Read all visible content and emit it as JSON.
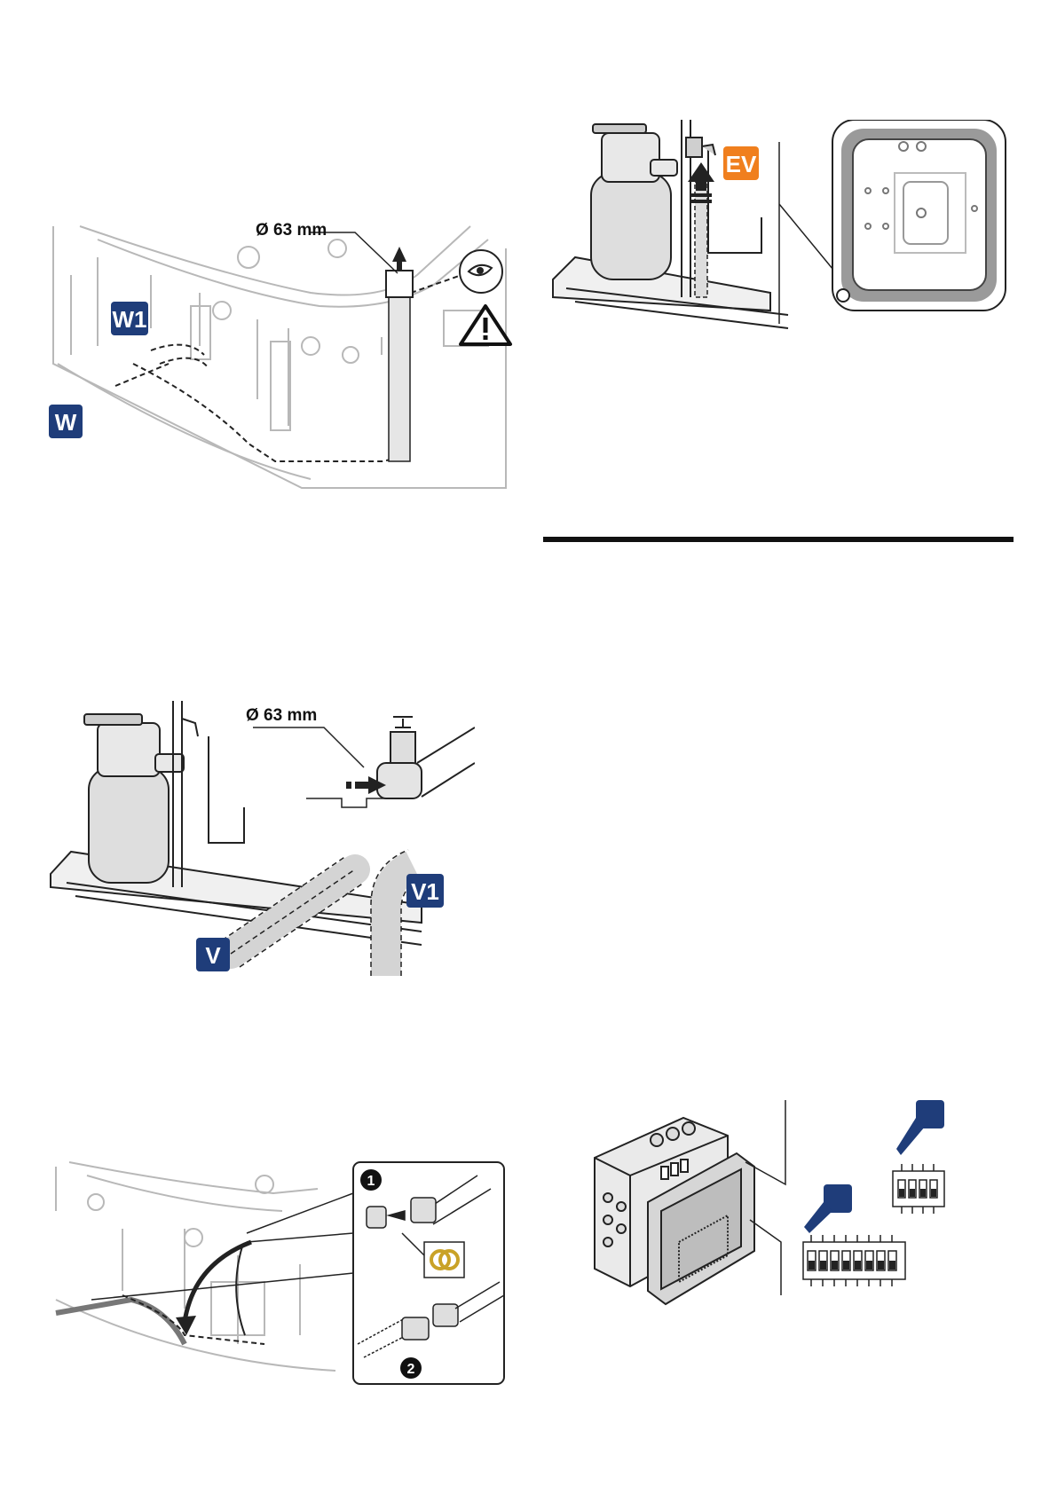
{
  "colors": {
    "label_blue": "#1f3d7a",
    "label_orange": "#f07f1e",
    "line": "#222222",
    "faint_line": "#b8b8b8",
    "pipe_gray": "#d4d4d4",
    "tank_gray": "#dedede",
    "ring_gold": "#c9a227"
  },
  "icons": [
    "eye-icon",
    "warning-icon",
    "arrow-up-icon",
    "arrow-right-icon",
    "curved-arrow-icon"
  ],
  "figure1": {
    "diameter": "Ø 63 mm",
    "label_w1": "W1",
    "label_w": "W"
  },
  "figure2": {
    "label_ev": "EV"
  },
  "figure3": {
    "diameter": "Ø 63 mm",
    "label_v1": "V1",
    "label_v": "V"
  },
  "figure4": {
    "step1": "1",
    "step2": "2"
  },
  "figure5": {
    "dip_small_count": 4,
    "dip_large_count": 8
  }
}
